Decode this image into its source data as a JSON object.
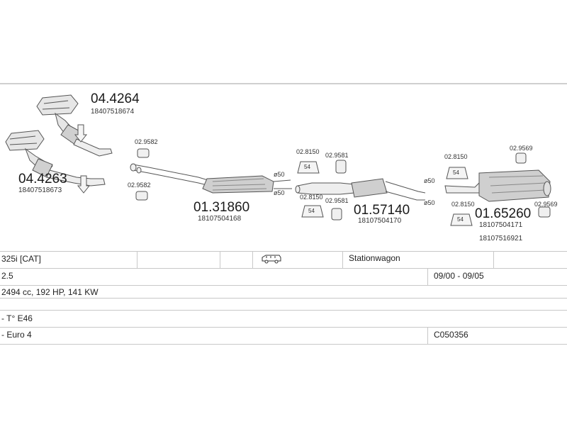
{
  "parts": [
    {
      "code": "04.4264",
      "oem": "18407518674"
    },
    {
      "code": "04.4263",
      "oem": "18407518673"
    },
    {
      "code": "01.31860",
      "oem": "18107504168"
    },
    {
      "code": "01.57140",
      "oem": "18107504170"
    },
    {
      "code": "01.65260",
      "oem": "18107504171",
      "oem2": "18107516921"
    }
  ],
  "accessories": {
    "a1": "02.9582",
    "a2": "02.9582",
    "a3": "02.8150",
    "a4": "02.9581",
    "a5": "02.8150",
    "a6": "02.9581",
    "a7": "02.8150",
    "a8": "02.9569",
    "a9": "02.8150",
    "a10": "02.9569"
  },
  "diameters": {
    "d1": "ø50",
    "d2": "ø50",
    "d3": "ø50",
    "d4": "ø50"
  },
  "badges": {
    "b1": "54",
    "b2": "54",
    "b3": "54",
    "b4": "54"
  },
  "vehicle": {
    "model": "325i  [CAT]",
    "body_type": "Stationwagon",
    "engine_size": "2.5",
    "years": "09/00 - 09/05",
    "engine_specs": "2494 cc, 192 HP, 141 KW",
    "type": "- T° E46",
    "emission": "- Euro 4",
    "catalog_code": "C050356"
  },
  "icons": {
    "vehicle": "station-wagon-icon"
  }
}
